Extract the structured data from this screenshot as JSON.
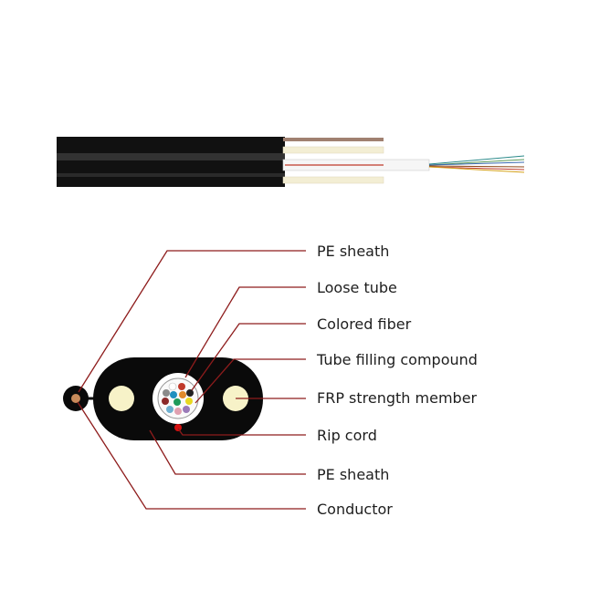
{
  "labels": [
    "PE sheath",
    "Loose tube",
    "Colored fiber",
    "Tube filling compound",
    "FRP strength member",
    "Rip cord",
    "PE sheath",
    "Conductor"
  ],
  "colors": {
    "leader": "#8e1c1c",
    "sheath": "#0a0a0a",
    "frp": "#f7f2c8",
    "ripcord": "#d41010"
  }
}
